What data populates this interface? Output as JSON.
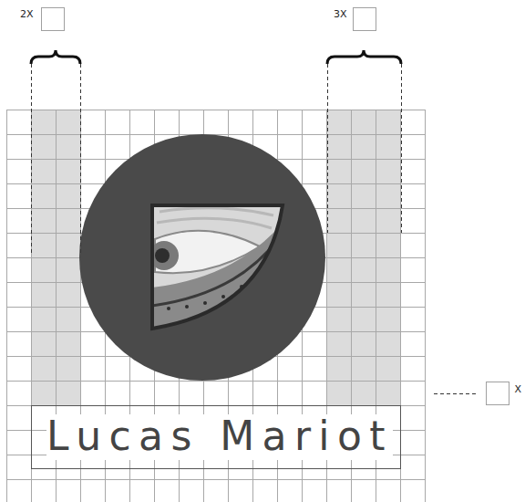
{
  "diagram": {
    "labels": [
      "2X",
      "3X",
      "X",
      "Lucas Mariot"
    ]
  }
}
